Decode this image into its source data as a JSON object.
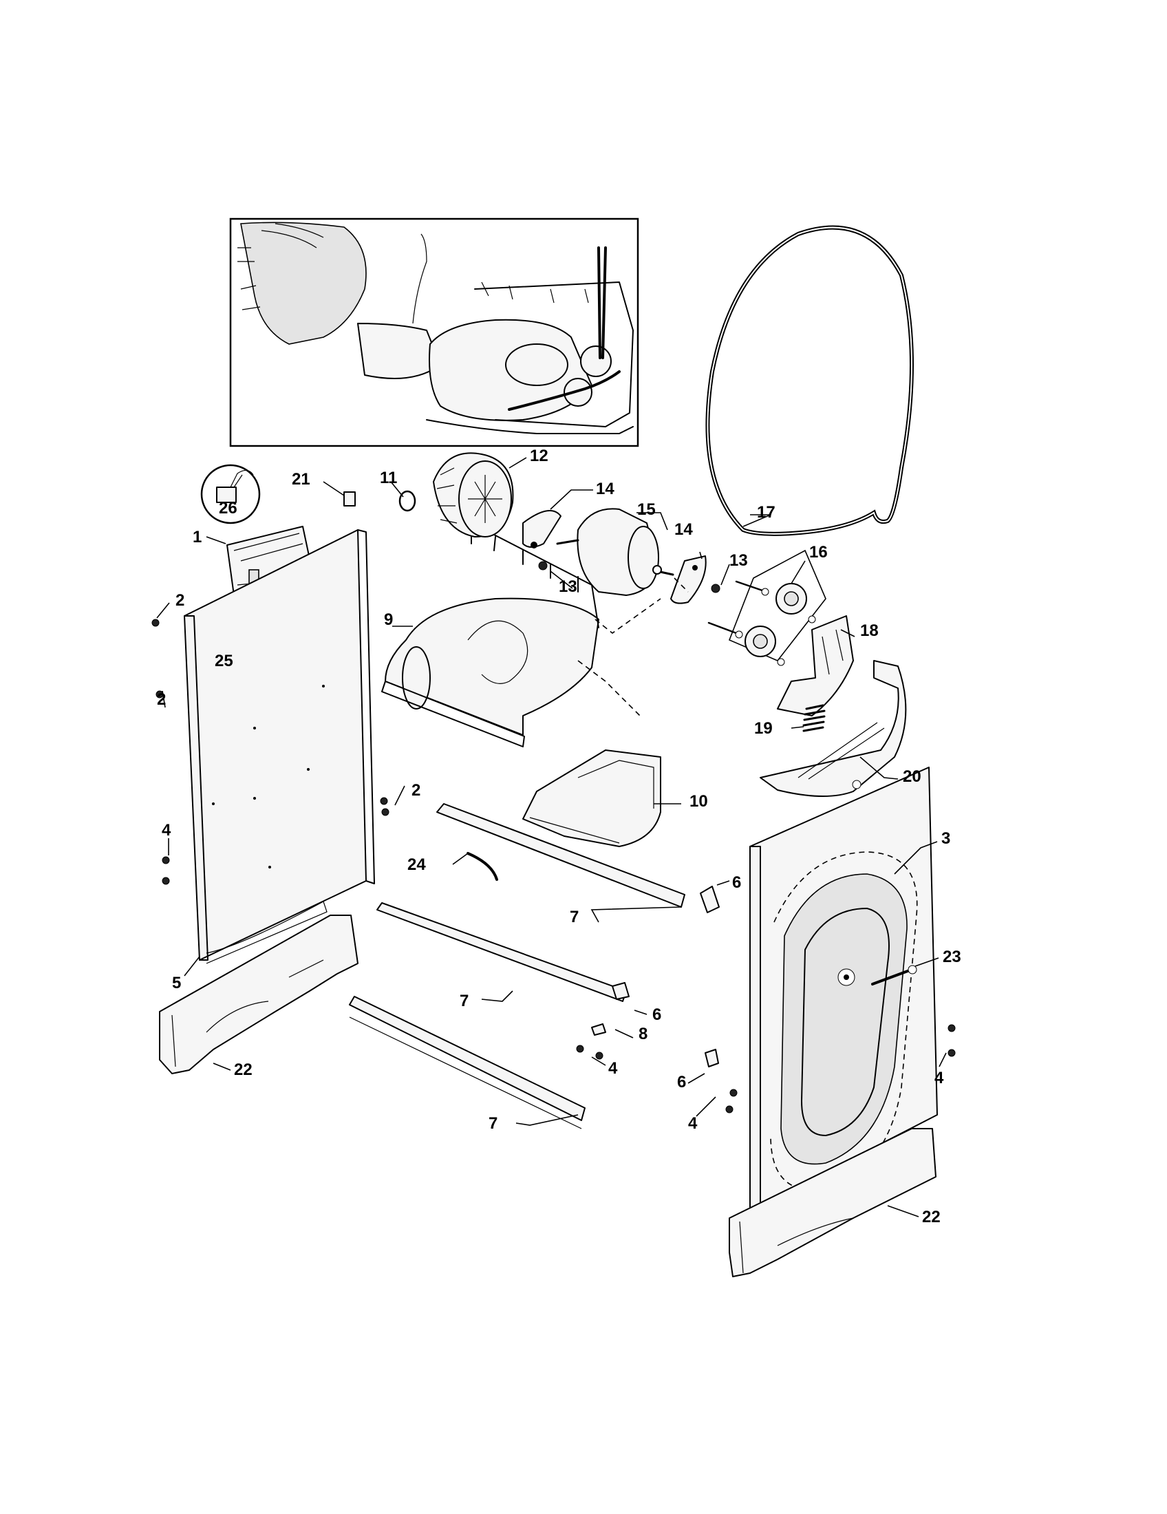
{
  "callouts": [
    {
      "id": "c1",
      "text": "1"
    },
    {
      "id": "c2a",
      "text": "2"
    },
    {
      "id": "c2b",
      "text": "2"
    },
    {
      "id": "c2c",
      "text": "2"
    },
    {
      "id": "c3",
      "text": "3"
    },
    {
      "id": "c4a",
      "text": "4"
    },
    {
      "id": "c4b",
      "text": "4"
    },
    {
      "id": "c4c",
      "text": "4"
    },
    {
      "id": "c4d",
      "text": "4"
    },
    {
      "id": "c5",
      "text": "5"
    },
    {
      "id": "c6a",
      "text": "6"
    },
    {
      "id": "c6b",
      "text": "6"
    },
    {
      "id": "c6c",
      "text": "6"
    },
    {
      "id": "c7a",
      "text": "7"
    },
    {
      "id": "c7b",
      "text": "7"
    },
    {
      "id": "c7c",
      "text": "7"
    },
    {
      "id": "c8",
      "text": "8"
    },
    {
      "id": "c9",
      "text": "9"
    },
    {
      "id": "c10",
      "text": "10"
    },
    {
      "id": "c11",
      "text": "11"
    },
    {
      "id": "c12",
      "text": "12"
    },
    {
      "id": "c13a",
      "text": "13"
    },
    {
      "id": "c13b",
      "text": "13"
    },
    {
      "id": "c14a",
      "text": "14"
    },
    {
      "id": "c14b",
      "text": "14"
    },
    {
      "id": "c15",
      "text": "15"
    },
    {
      "id": "c16",
      "text": "16"
    },
    {
      "id": "c17",
      "text": "17"
    },
    {
      "id": "c18",
      "text": "18"
    },
    {
      "id": "c19",
      "text": "19"
    },
    {
      "id": "c20",
      "text": "20"
    },
    {
      "id": "c21",
      "text": "21"
    },
    {
      "id": "c22a",
      "text": "22"
    },
    {
      "id": "c22b",
      "text": "22"
    },
    {
      "id": "c23",
      "text": "23"
    },
    {
      "id": "c24",
      "text": "24"
    },
    {
      "id": "c25",
      "text": "25"
    },
    {
      "id": "c26",
      "text": "26"
    }
  ]
}
